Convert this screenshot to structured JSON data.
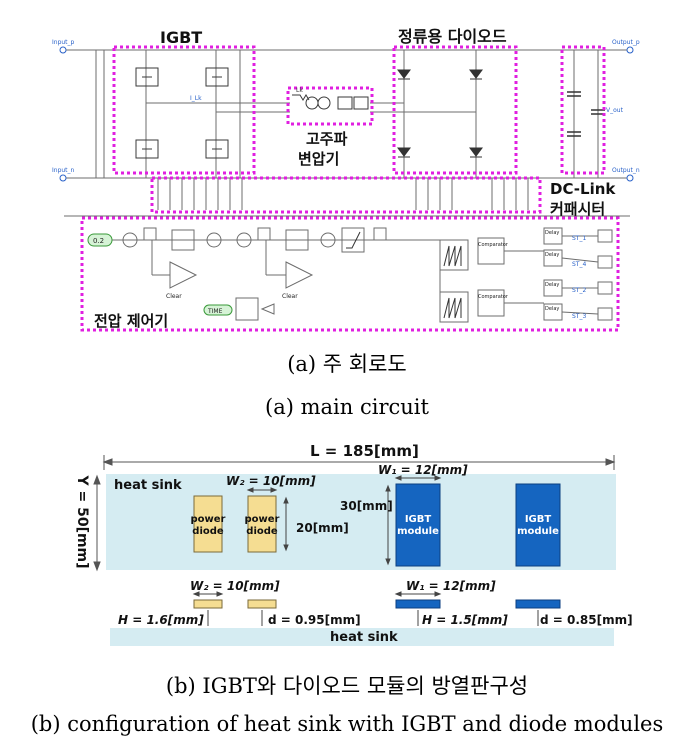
{
  "circuit": {
    "labels": {
      "igbt": "IGBT",
      "rect_diode": "정류용 다이오드",
      "hf_transformer_line1": "고주파",
      "hf_transformer_line2": "변압기",
      "dclink_line1": "DC-Link",
      "dclink_line2": "커패시터",
      "controller": "전압 제어기"
    },
    "nodes": {
      "input_p": "Input_p",
      "input_n": "Input_n",
      "output_p": "Output_p",
      "output_n": "Output_n",
      "v_out": "V_out",
      "i_lk": "I_Lk",
      "lk": "Lk",
      "dc_ref": "0.2",
      "time": "TIME",
      "delay": "Delay",
      "comparator": "Comparator",
      "clear": "Clear",
      "gates": [
        "ST_1",
        "ST_4",
        "ST_2",
        "ST_3"
      ]
    },
    "colors": {
      "highlight": "#e01fe0",
      "wire": "#6d6d6d",
      "module": "#3a3a3a"
    }
  },
  "caption_a": {
    "ko": "(a) 주 회로도",
    "en": "(a) main circuit"
  },
  "heatsink": {
    "length_label": "L = 185[mm]",
    "width_label": "Y = 50[mm]",
    "sink_label": "heat sink",
    "sink_label_bottom": "heat sink",
    "w2_top": "W₂ = 10[mm]",
    "w1_top": "W₁ = 12[mm]",
    "d30": "30[mm]",
    "d20": "20[mm]",
    "power_diode": "power diode",
    "igbt_module": "IGBT module",
    "w2_side": "W₂ = 10[mm]",
    "w1_side": "W₁ = 12[mm]",
    "h_diode": "H = 1.6[mm]",
    "d_diode": "d = 0.95[mm]",
    "h_igbt": "H = 1.5[mm]",
    "d_igbt": "d = 0.85[mm]",
    "colors": {
      "sink": "#d5ecf2",
      "diode": "#f5dd92",
      "igbt": "#1565c0"
    }
  },
  "caption_b": {
    "ko": "(b) IGBT와 다이오드 모듈의 방열판구성",
    "en": "(b) configuration of heat sink with IGBT and diode modules"
  }
}
